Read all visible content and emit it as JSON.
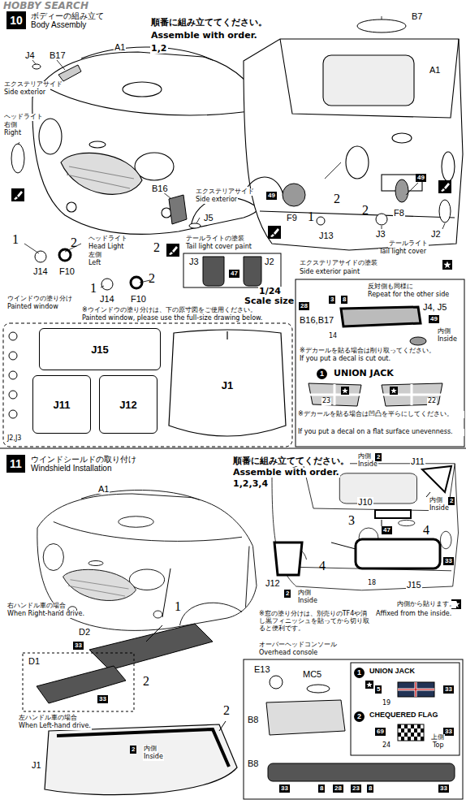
{
  "diagram": {
    "nodes": [
      {
        "text": [
          "10",
          "ボディーの組み立て",
          "Body Assembly"
        ]
      },
      {
        "text": [
          "J15"
        ]
      },
      {
        "text": [
          "J11"
        ]
      },
      {
        "text": [
          "J12"
        ]
      },
      {
        "text": [
          "J1"
        ]
      },
      {
        "text": [
          "11",
          "ウインドシールドの取り付け",
          "Windshield Installation"
        ]
      }
    ],
    "labels": [
      "HOBBY SEARCH",
      "順番に組み立ててください。",
      "Assemble with order.",
      "1,2",
      "J4",
      "B17",
      "A1",
      "エクステリアサイド",
      "Side exterior",
      "ヘッドライト",
      "右側",
      "Right",
      "1",
      "J14",
      "F10",
      "ヘッドライト",
      "Head Light",
      "左側",
      "Left",
      "2",
      "2",
      "B16",
      "J5",
      "エクステリアサイド",
      "Side exterior",
      "1",
      "2",
      "J14",
      "F10",
      "テールライトの塗装",
      "Tail light cover paint",
      "J3",
      "J2",
      "47",
      "B7",
      "A1",
      "49",
      "F8",
      "2",
      "J3",
      "J2",
      "テールライト",
      "Tail light cover",
      "49",
      "F9",
      "1",
      "J13",
      "2",
      "エクステリアサイドの塗装",
      "Side exterior paint",
      "反対側も同様に",
      "Repeat for the other side",
      "28",
      "3",
      "8",
      "B16,B17",
      "J4, J5",
      "49",
      "14",
      "内側",
      "Inside",
      "※デカールを貼る場合は削り取ってください。",
      "If you put a decal is cut out.",
      "1",
      "UNION JACK",
      "23",
      "22",
      "※デカールを貼る場合は凹凸を平らにしてください。",
      "If you put a decal on a flat surface unevenness.",
      "ウインドウの塗り分け",
      "Painted window",
      "※ウインドウの塗り分けは、下の原寸図をご使用ください。",
      "Painted window, please use the full-size drawing below.",
      "1/24",
      "Scale size",
      "J2,J3",
      "順番に組み立ててください。",
      "Assemble with order.",
      "1,2,3,4",
      "A1",
      "内側",
      "2",
      "Inside",
      "J11",
      "J10",
      "内側",
      "2",
      "Inside",
      "3",
      "4",
      "4",
      "47",
      "33",
      "J12",
      "2",
      "内側",
      "Inside",
      "18",
      "J15",
      "※窓の塗り分けは、別売りのTF4や消し黒フィニッシュを貼ってから切り取ると便利です。",
      "内側から貼ります。",
      "Affixed from the inside.",
      "右ハンドル車の場合",
      "When Right-hand drive.",
      "D2",
      "33",
      "1",
      "2",
      "D1",
      "33",
      "左ハンドル車の場合",
      "When Left-hand drive.",
      "2",
      "内側",
      "Inside",
      "J1",
      "2",
      "オーバーヘッドコンソール",
      "Overhead console",
      "E13",
      "MC5",
      "B8",
      "1",
      "UNION JACK",
      "5",
      "33",
      "19",
      "2",
      "CHEQUERED FLAG",
      "69",
      "33",
      "24",
      "上側",
      "Top",
      "B8",
      "33",
      "8",
      "28",
      "23",
      "8",
      "33"
    ]
  }
}
